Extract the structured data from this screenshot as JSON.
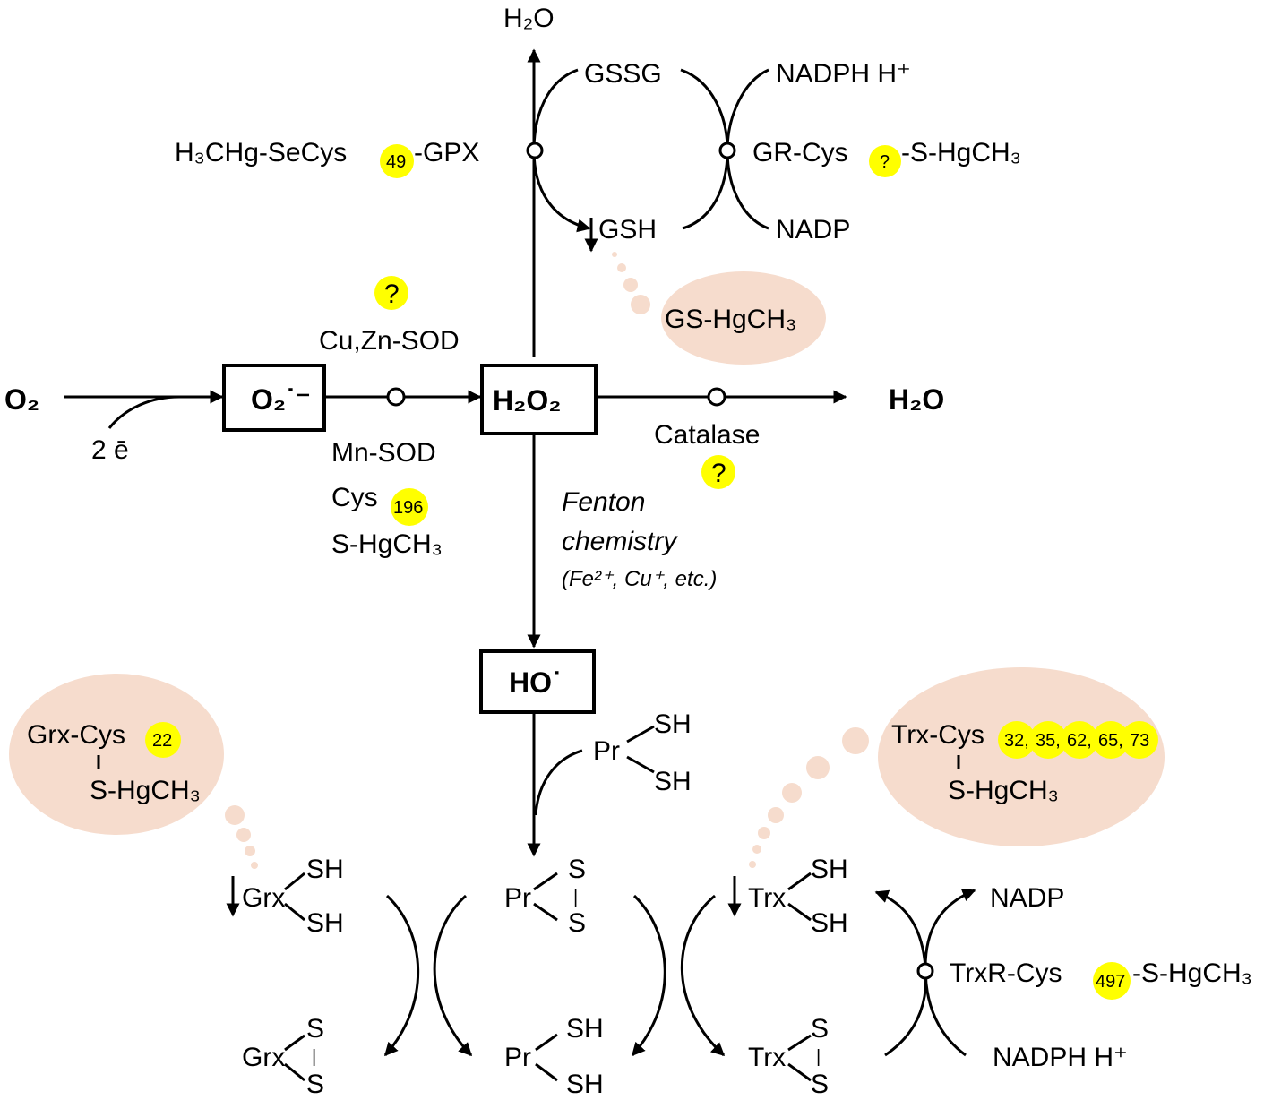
{
  "colors": {
    "highlight": "#ffff00",
    "bubble": "#f6dccd",
    "line": "#000000"
  },
  "top": {
    "water": "H₂O",
    "gssg": "GSSG",
    "nadph": "NADPH H⁺",
    "gpx": {
      "prefix": "H₃CHg-SeCys",
      "site": "49",
      "suffix": "-GPX"
    },
    "gr": {
      "prefix": "GR-Cys",
      "site": "?",
      "suffix": "-S-HgCH₃"
    },
    "gsh": "GSH",
    "nadp": "NADP",
    "gs_hg": "GS-HgCH₃"
  },
  "middle": {
    "unknown_cuzn": "?",
    "cuzn_sod": "Cu,Zn-SOD",
    "o2": "O₂",
    "electrons": "2 ē",
    "superoxide": "O₂˙⁻",
    "h2o2": "H₂O₂",
    "water_out": "H₂O",
    "catalase": "Catalase",
    "unknown_catalase": "?",
    "mn_sod": "Mn-SOD",
    "mn_cys": "Cys",
    "mn_site": "196",
    "mn_hg": "S-HgCH₃",
    "fenton1": "Fenton",
    "fenton2": "chemistry",
    "fenton3": "(Fe²⁺, Cu⁺, etc.)",
    "hydroxyl": "HO˙"
  },
  "bottom": {
    "pr": "Pr",
    "sh": "SH",
    "s": "S",
    "bar": "|",
    "grx": "Grx",
    "trx": "Trx",
    "grx_bubble": {
      "cys": "Grx-Cys",
      "site": "22",
      "hg": "S-HgCH₃"
    },
    "trx_bubble": {
      "cys": "Trx-Cys",
      "sites": [
        "32,",
        "35,",
        "62,",
        "65,",
        "73"
      ],
      "hg": "S-HgCH₃"
    },
    "nadp": "NADP",
    "trxr": {
      "prefix": "TrxR-Cys",
      "site": "497",
      "suffix": "-S-HgCH₃"
    },
    "nadph": "NADPH H⁺"
  }
}
